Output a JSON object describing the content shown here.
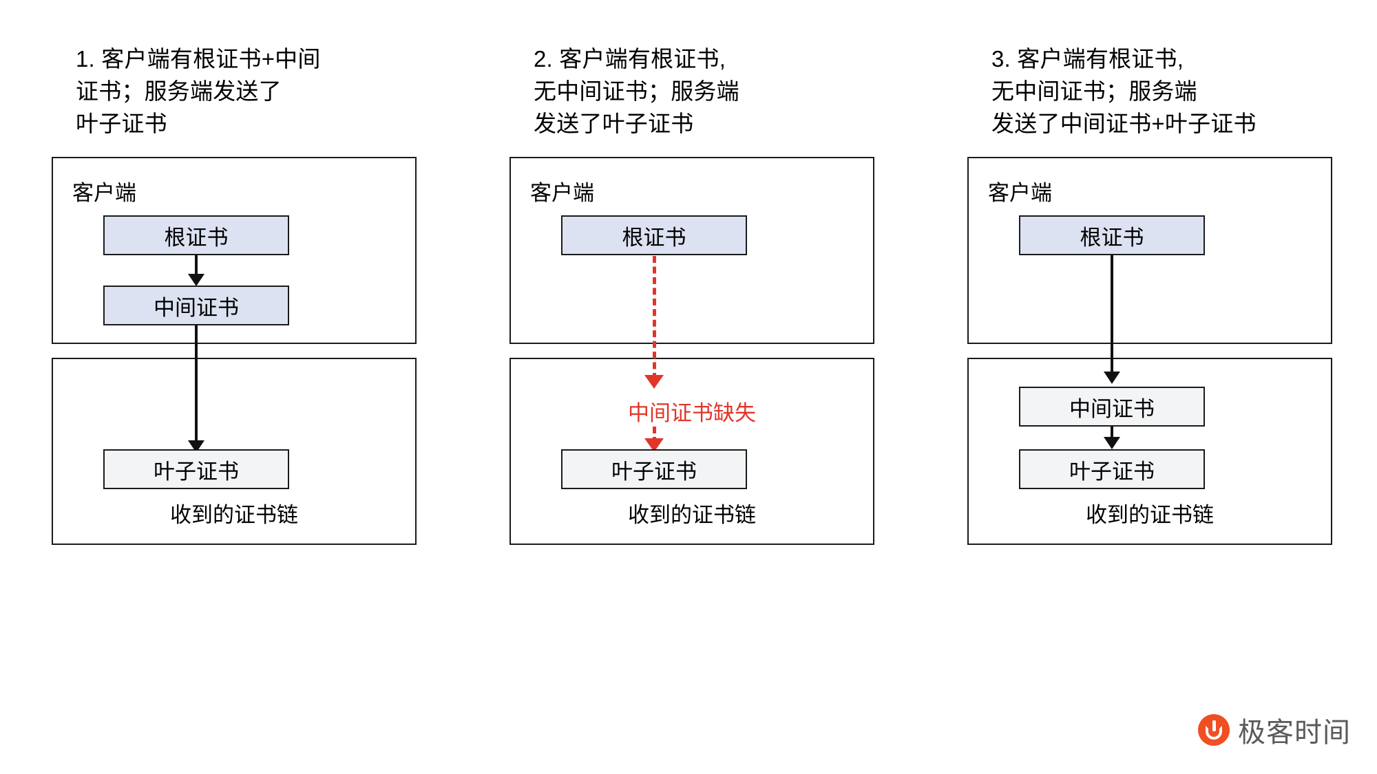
{
  "diagram": {
    "panel_client_label": "客户端",
    "panel_chain_label": "收到的证书链",
    "cert_root": "根证书",
    "cert_intermediate": "中间证书",
    "cert_leaf": "叶子证书",
    "missing_note": "中间证书缺失",
    "colors": {
      "cert_blue_fill": "#dde2f2",
      "cert_grey_fill": "#f2f4f6",
      "border": "#1a1a1a",
      "arrow": "#111111",
      "error_red": "#e1352a",
      "brand_orange": "#f04e23",
      "brand_text": "#5a5a5a"
    }
  },
  "columns": [
    {
      "caption": "1. 客户端有根证书+中间\n证书；服务端发送了\n叶子证书",
      "client_certs": [
        "根证书",
        "中间证书"
      ],
      "chain_certs": [
        "叶子证书"
      ],
      "has_missing_note": false
    },
    {
      "caption": "2. 客户端有根证书,\n无中间证书；服务端\n发送了叶子证书",
      "client_certs": [
        "根证书"
      ],
      "chain_certs": [
        "叶子证书"
      ],
      "has_missing_note": true
    },
    {
      "caption": "3. 客户端有根证书,\n无中间证书；服务端\n发送了中间证书+叶子证书",
      "client_certs": [
        "根证书"
      ],
      "chain_certs": [
        "中间证书",
        "叶子证书"
      ],
      "has_missing_note": false
    }
  ],
  "brand": {
    "name": "极客时间",
    "icon": "flame-circle-icon"
  }
}
